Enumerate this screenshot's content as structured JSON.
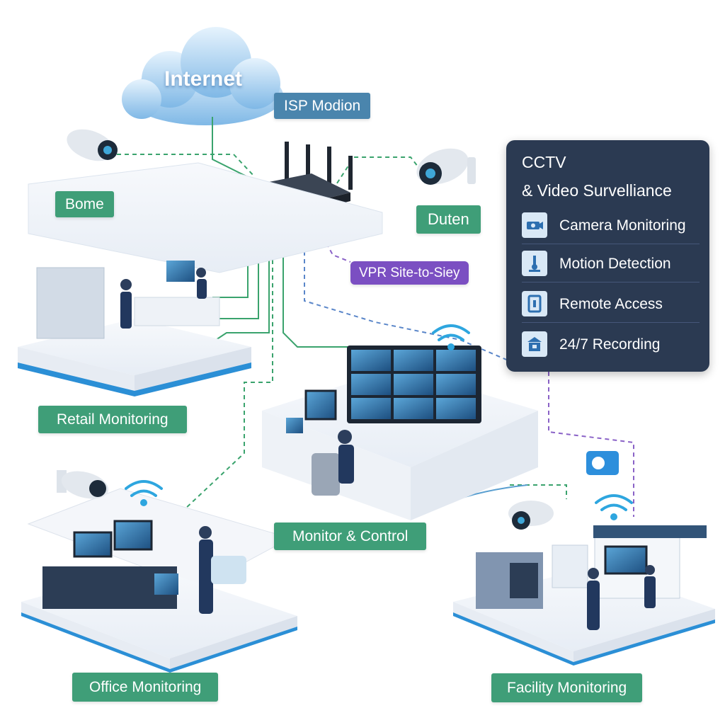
{
  "cloud": {
    "label": "Internet"
  },
  "labels": {
    "isp": "ISP Modion",
    "home": "Bome",
    "router_right": "Duten",
    "vpn": "VPR Site-to-Siey",
    "retail": "Retail Monitoring",
    "control": "Monitor & Control",
    "office": "Office Monitoring",
    "facility": "Facility Monitoring"
  },
  "features": {
    "title_line1": "CCTV",
    "title_line2": "& Video Survelliance",
    "items": [
      {
        "label": "Camera Monitoring",
        "icon": "camera-icon"
      },
      {
        "label": "Motion Detection",
        "icon": "motion-icon"
      },
      {
        "label": "Remote Access",
        "icon": "remote-access-icon"
      },
      {
        "label": "24/7 Recording",
        "icon": "recording-icon"
      }
    ]
  },
  "colors": {
    "tag_green": "#3f9e78",
    "tag_blue": "#4a85ad",
    "tag_purple": "#7b4fc2",
    "panel_bg": "#2b3a52",
    "link_green": "#3aa36d",
    "link_blue": "#5a86c9",
    "link_purple": "#8a62c7"
  }
}
